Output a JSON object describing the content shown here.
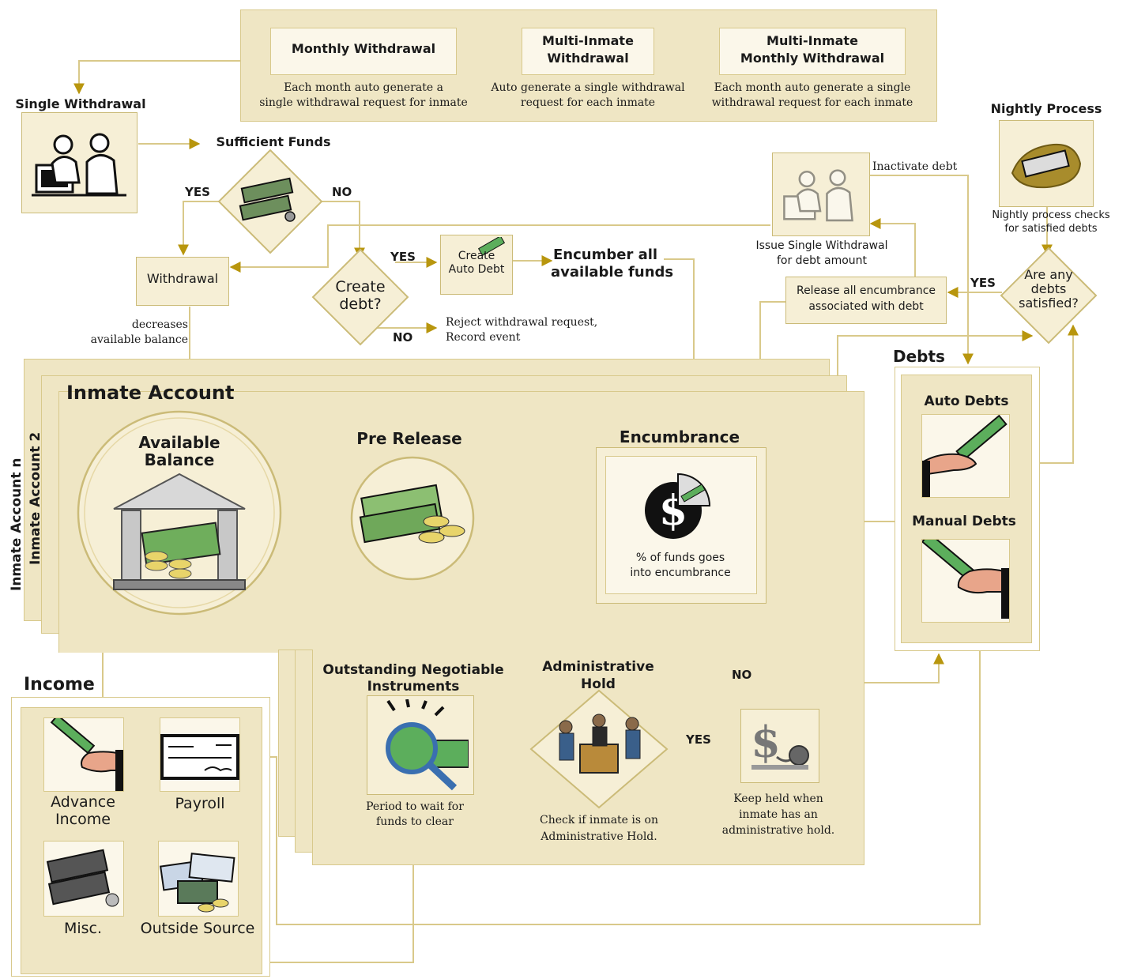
{
  "top_panel": {
    "monthly_withdrawal": {
      "title": "Monthly Withdrawal",
      "desc": [
        "Each month auto generate a",
        "single withdrawal request for inmate"
      ]
    },
    "multi_inmate_withdrawal": {
      "title": [
        "Multi-Inmate",
        "Withdrawal"
      ],
      "desc": [
        "Auto generate a single withdrawal",
        "request for each inmate"
      ]
    },
    "multi_inmate_monthly": {
      "title": [
        "Multi-Inmate",
        "Monthly Withdrawal"
      ],
      "desc": [
        "Each month auto generate a single",
        "withdrawal request for each inmate"
      ]
    }
  },
  "single_withdrawal": {
    "title": "Single Withdrawal",
    "icon": "people-at-computer-icon"
  },
  "sufficient_funds": {
    "title": "Sufficient Funds",
    "yes": "YES",
    "no": "NO",
    "icon": "money-stack-icon"
  },
  "withdrawal": {
    "label": "Withdrawal",
    "note": [
      "decreases",
      "available balance"
    ]
  },
  "create_debt": {
    "question": [
      "Create",
      "debt?"
    ],
    "yes": "YES",
    "no": "NO"
  },
  "create_auto_debt": {
    "label": [
      "Create",
      "Auto Debt"
    ]
  },
  "encumber_all": {
    "label": [
      "Encumber all",
      "available funds"
    ]
  },
  "reject": {
    "label": [
      "Reject withdrawal request,",
      "Record event"
    ]
  },
  "issue_single": {
    "label": [
      "Issue Single Withdrawal",
      "for debt amount"
    ],
    "inactivate": "Inactivate debt"
  },
  "nightly": {
    "title": "Nightly Process",
    "desc": [
      "Nightly process checks",
      "for satisfied debts"
    ],
    "icon": "money-in-hand-icon"
  },
  "debts_satisfied": {
    "question": [
      "Are any",
      "debts",
      "satisfied?"
    ],
    "yes": "YES"
  },
  "release_encumbrance": {
    "label": [
      "Release all encumbrance",
      "associated with debt"
    ]
  },
  "inmate_account": {
    "title": "Inmate Account",
    "stack_labels": [
      "Inmate Account 2",
      "Inmate Account n"
    ],
    "available_balance": [
      "Available",
      "Balance"
    ],
    "pre_release": "Pre Release",
    "encumbrance": {
      "title": "Encumbrance",
      "desc": [
        "% of funds goes",
        "into encumbrance"
      ]
    },
    "oni": {
      "title": [
        "Outstanding Negotiable",
        "Instruments"
      ],
      "desc": [
        "Period to wait for",
        "funds to clear"
      ]
    },
    "admin_hold": {
      "title": [
        "Administrative",
        "Hold"
      ],
      "desc": [
        "Check if inmate is on",
        "Administrative Hold."
      ],
      "yes": "YES",
      "no": "NO"
    },
    "keep_held": [
      "Keep held when",
      "inmate has an",
      "administrative hold."
    ]
  },
  "debts": {
    "title": "Debts",
    "auto": "Auto Debts",
    "manual": "Manual Debts"
  },
  "income": {
    "title": "Income",
    "items": [
      {
        "label": [
          "Advance",
          "Income"
        ],
        "icon": "money-in-hand-icon"
      },
      {
        "label": [
          "Payroll"
        ],
        "icon": "check-icon"
      },
      {
        "label": [
          "Misc."
        ],
        "icon": "money-stack-icon"
      },
      {
        "label": [
          "Outside Source"
        ],
        "icon": "checks-and-coins-icon"
      }
    ]
  },
  "colors": {
    "panel": "#efe6c4",
    "border": "#d8c98c",
    "arrow": "#b8960e",
    "line": "#d9c98a"
  }
}
